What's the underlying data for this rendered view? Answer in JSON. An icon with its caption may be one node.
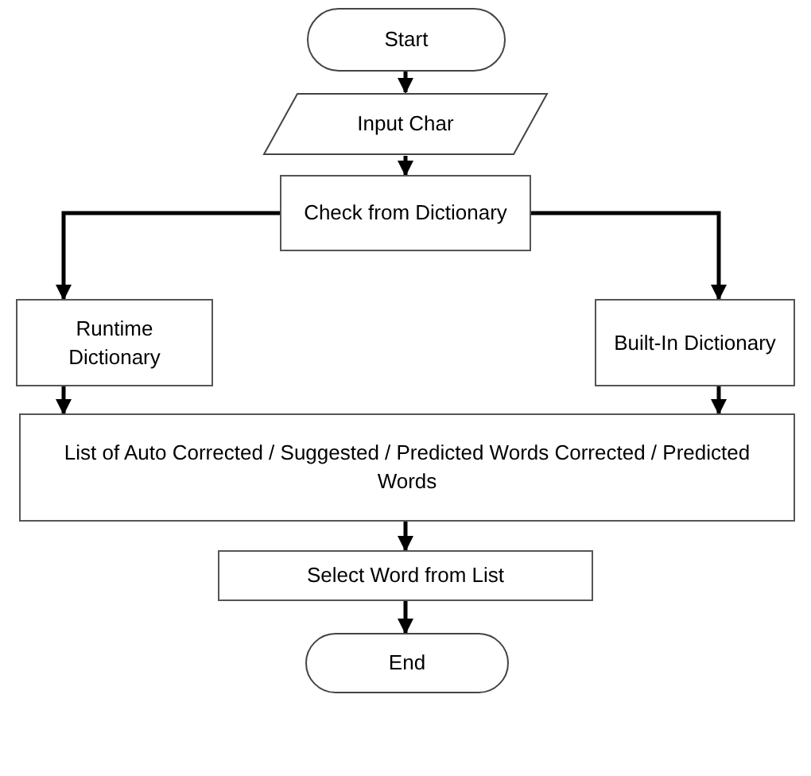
{
  "diagram": {
    "nodes": [
      {
        "text": [
          "Start"
        ]
      },
      {
        "text": [
          "Input Char"
        ]
      },
      {
        "text": [
          "Check from Dictionary"
        ]
      },
      {
        "text": [
          "Runtime Dictionary"
        ]
      },
      {
        "text": [
          "Built-In Dictionary"
        ]
      },
      {
        "text": [
          "List of Auto Corrected / Suggested / Predicted Words Corrected / Predicted Words"
        ]
      },
      {
        "text": [
          "Select Word from List"
        ]
      },
      {
        "text": [
          "End"
        ]
      }
    ],
    "edges": [
      {
        "from": 0,
        "to": 1,
        "arrow": "to"
      },
      {
        "from": 1,
        "to": 2,
        "arrow": "to"
      },
      {
        "from": 2,
        "to": 3,
        "arrow": "to"
      },
      {
        "from": 2,
        "to": 4,
        "arrow": "to"
      },
      {
        "from": 3,
        "to": 5,
        "arrow": "to"
      },
      {
        "from": 4,
        "to": 5,
        "arrow": "to"
      },
      {
        "from": 5,
        "to": 6,
        "arrow": "to"
      },
      {
        "from": 6,
        "to": 7,
        "arrow": "to"
      }
    ]
  }
}
